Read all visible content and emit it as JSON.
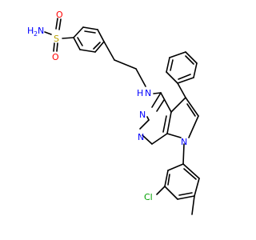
{
  "molecule": {
    "atoms": {
      "nh2": "H2N",
      "nh2_h": "H",
      "nh2_2": "2",
      "nh2_n": "N",
      "s": "S",
      "o_top": "O",
      "o_bottom": "O",
      "nh_n": "N",
      "nh_h": "H",
      "n_pyr_top": "N",
      "n_pyr_bottom": "N",
      "n_pyrrole": "N",
      "cl": "Cl"
    },
    "colors": {
      "nitrogen": "#0000ff",
      "oxygen": "#ff0000",
      "sulfur": "#b8a000",
      "chlorine": "#00a000",
      "carbon": "#000000"
    }
  }
}
